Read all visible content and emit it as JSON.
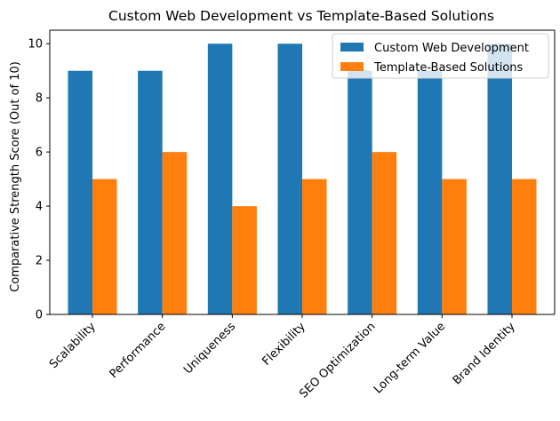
{
  "chart_data": {
    "type": "bar",
    "title": "Custom Web Development vs Template-Based Solutions",
    "xlabel": "",
    "ylabel": "Comparative Strength Score (Out of 10)",
    "categories": [
      "Scalability",
      "Performance",
      "Uniqueness",
      "Flexibility",
      "SEO Optimization",
      "Long-term Value",
      "Brand Identity"
    ],
    "series": [
      {
        "name": "Custom Web Development",
        "values": [
          9,
          9,
          10,
          10,
          9,
          9,
          10
        ],
        "color": "#1f77b4"
      },
      {
        "name": "Template-Based Solutions",
        "values": [
          5,
          6,
          4,
          5,
          6,
          5,
          5
        ],
        "color": "#ff7f0e"
      }
    ],
    "ylim": [
      0,
      10.5
    ],
    "yticks": [
      0,
      2,
      4,
      6,
      8,
      10
    ],
    "grid": false,
    "legend_position": "top-right"
  }
}
